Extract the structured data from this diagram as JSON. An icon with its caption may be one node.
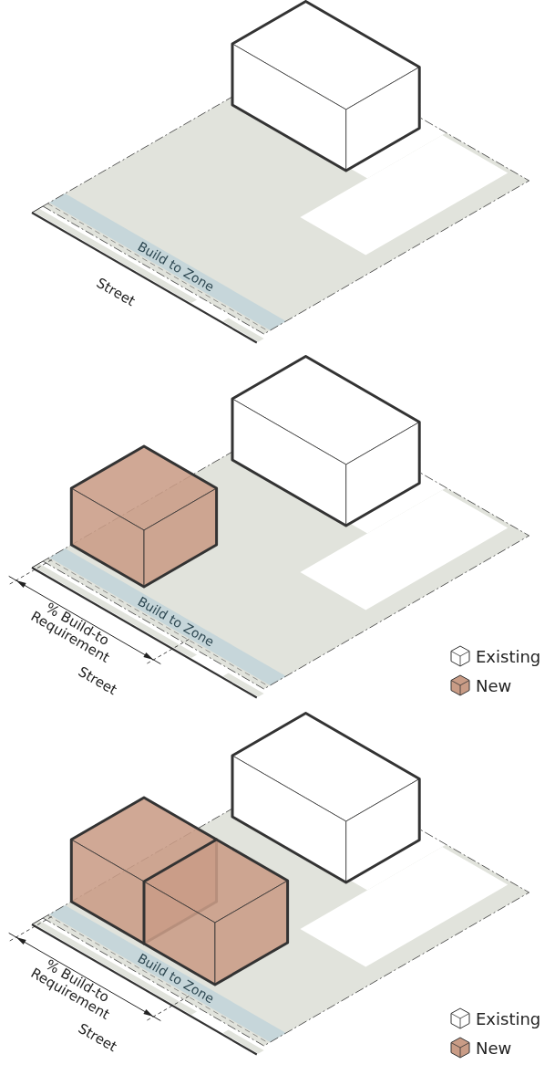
{
  "diagram": {
    "labels": [
      "Build to Zone",
      "Street",
      "Build to Zone",
      "% Build-to Requirement",
      "Street",
      "Build to Zone",
      "% Build-to Requirement",
      "Street"
    ],
    "legend": [
      {
        "text": "Existing"
      },
      {
        "text": "New",
        "color": "#c99c86"
      },
      {
        "text": "Existing"
      },
      {
        "text": "New",
        "color": "#c99c86"
      }
    ]
  }
}
